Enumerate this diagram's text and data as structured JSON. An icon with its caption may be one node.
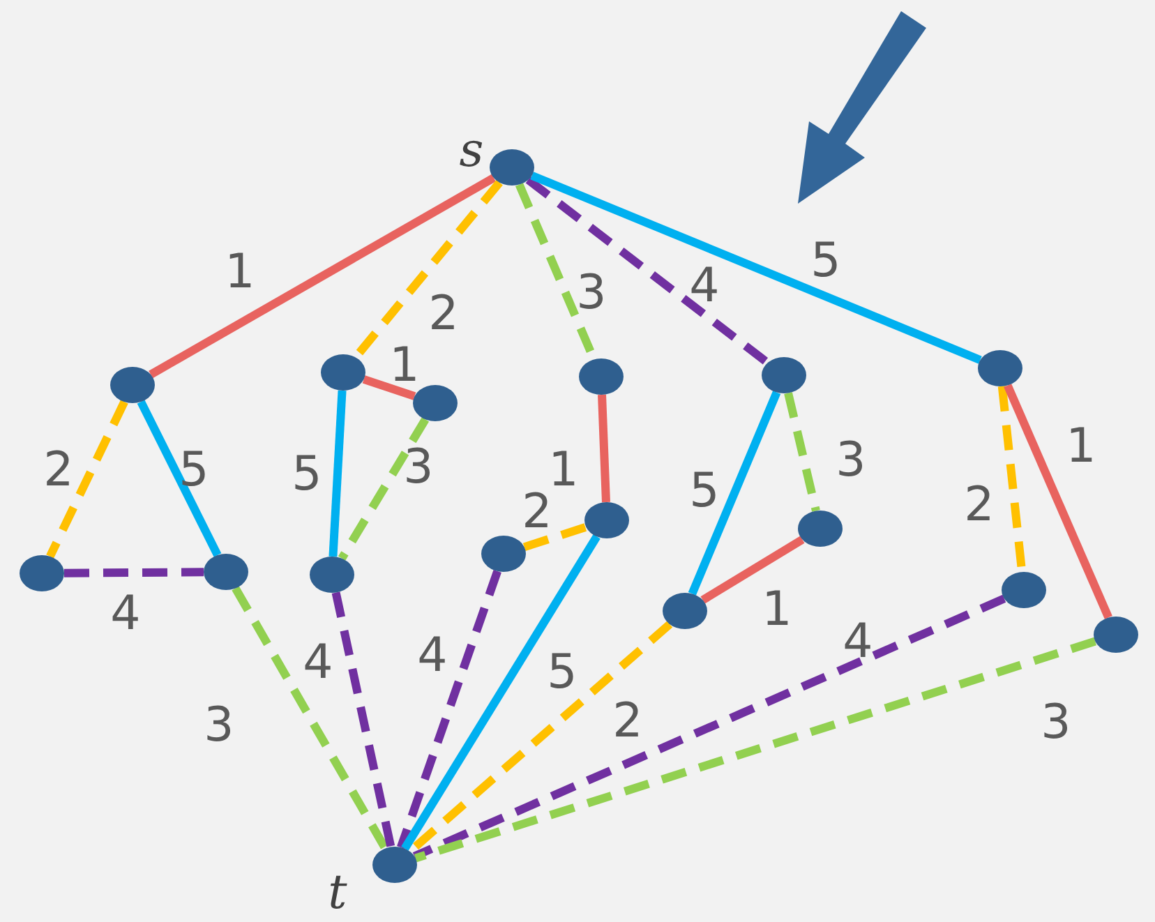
{
  "diagram": {
    "nodes": [
      {
        "text": [],
        "shape": "circle",
        "beside": [
          "s"
        ]
      },
      {
        "text": [],
        "shape": "circle"
      },
      {
        "text": [],
        "shape": "circle"
      },
      {
        "text": [],
        "shape": "circle"
      },
      {
        "text": [],
        "shape": "circle"
      },
      {
        "text": [],
        "shape": "circle"
      },
      {
        "text": [],
        "shape": "circle"
      },
      {
        "text": [],
        "shape": "circle"
      },
      {
        "text": [],
        "shape": "circle"
      },
      {
        "text": [],
        "shape": "circle"
      },
      {
        "text": [],
        "shape": "circle"
      },
      {
        "text": [],
        "shape": "circle"
      },
      {
        "text": [],
        "shape": "circle"
      },
      {
        "text": [],
        "shape": "circle"
      },
      {
        "text": [],
        "shape": "circle"
      },
      {
        "text": [],
        "shape": "circle"
      },
      {
        "text": [],
        "shape": "circle",
        "beside": [
          "t"
        ]
      }
    ],
    "edges": [
      {
        "from": 0,
        "to": 1,
        "arrow": "none",
        "label": "1",
        "color": "#e8635f"
      },
      {
        "from": 0,
        "to": 4,
        "arrow": "none",
        "label": "2",
        "style": "dashed",
        "color": "#ffc000"
      },
      {
        "from": 0,
        "to": 7,
        "arrow": "none",
        "label": "3",
        "style": "dashed",
        "color": "#92d050"
      },
      {
        "from": 0,
        "to": 10,
        "arrow": "none",
        "label": "4",
        "style": "dashed",
        "color": "#7030a0"
      },
      {
        "from": 0,
        "to": 13,
        "arrow": "none",
        "label": "5",
        "color": "#00b0f0"
      },
      {
        "from": 1,
        "to": 2,
        "arrow": "none",
        "label": "2",
        "style": "dashed",
        "color": "#ffc000"
      },
      {
        "from": 1,
        "to": 3,
        "arrow": "none",
        "label": "5",
        "color": "#00b0f0"
      },
      {
        "from": 2,
        "to": 3,
        "arrow": "none",
        "label": "4",
        "style": "dashed",
        "color": "#7030a0"
      },
      {
        "from": 3,
        "to": 16,
        "arrow": "none",
        "label": "3",
        "style": "dashed",
        "color": "#92d050"
      },
      {
        "from": 4,
        "to": 5,
        "arrow": "none",
        "label": "1",
        "color": "#e8635f"
      },
      {
        "from": 4,
        "to": 6,
        "arrow": "none",
        "label": "5",
        "color": "#00b0f0"
      },
      {
        "from": 5,
        "to": 6,
        "arrow": "none",
        "label": "3",
        "style": "dashed",
        "color": "#92d050"
      },
      {
        "from": 6,
        "to": 16,
        "arrow": "none",
        "label": "4",
        "style": "dashed",
        "color": "#7030a0"
      },
      {
        "from": 7,
        "to": 9,
        "arrow": "none",
        "label": "1",
        "color": "#e8635f"
      },
      {
        "from": 8,
        "to": 9,
        "arrow": "none",
        "label": "2",
        "style": "dashed",
        "color": "#ffc000"
      },
      {
        "from": 8,
        "to": 16,
        "arrow": "none",
        "label": "4",
        "style": "dashed",
        "color": "#7030a0"
      },
      {
        "from": 9,
        "to": 16,
        "arrow": "none",
        "label": "5",
        "color": "#00b0f0"
      },
      {
        "from": 10,
        "to": 11,
        "arrow": "none",
        "label": "3",
        "style": "dashed",
        "color": "#92d050"
      },
      {
        "from": 10,
        "to": 12,
        "arrow": "none",
        "label": "5",
        "color": "#00b0f0"
      },
      {
        "from": 11,
        "to": 12,
        "arrow": "none",
        "label": "1",
        "color": "#e8635f"
      },
      {
        "from": 12,
        "to": 16,
        "arrow": "none",
        "label": "2",
        "style": "dashed",
        "color": "#ffc000"
      },
      {
        "from": 13,
        "to": 14,
        "arrow": "none",
        "label": "2",
        "style": "dashed",
        "color": "#ffc000"
      },
      {
        "from": 13,
        "to": 15,
        "arrow": "none",
        "label": "1",
        "color": "#e8635f"
      },
      {
        "from": 14,
        "to": 16,
        "arrow": "none",
        "label": "4",
        "style": "dashed",
        "color": "#7030a0"
      },
      {
        "from": 15,
        "to": 16,
        "arrow": "none",
        "label": "3",
        "style": "dashed",
        "color": "#92d050"
      }
    ]
  }
}
